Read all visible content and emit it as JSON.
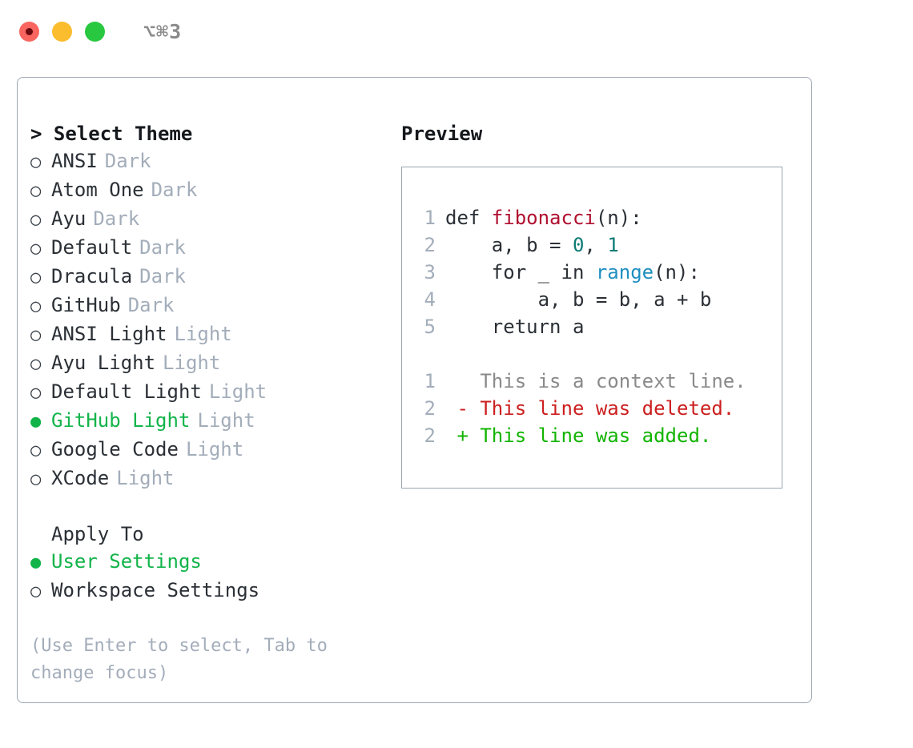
{
  "titlebar": {
    "shortcut": "⌥⌘3",
    "lights": [
      {
        "name": "close",
        "color": "#f9655f"
      },
      {
        "name": "minimize",
        "color": "#fbbd2e"
      },
      {
        "name": "maximize",
        "color": "#28c840"
      }
    ]
  },
  "theme_picker": {
    "heading_marker": ">",
    "heading": "Select Theme",
    "unselected_marker": "○",
    "selected_marker": "●",
    "options": [
      {
        "label": "ANSI",
        "variant": "Dark",
        "selected": false
      },
      {
        "label": "Atom One",
        "variant": "Dark",
        "selected": false
      },
      {
        "label": "Ayu",
        "variant": "Dark",
        "selected": false
      },
      {
        "label": "Default",
        "variant": "Dark",
        "selected": false
      },
      {
        "label": "Dracula",
        "variant": "Dark",
        "selected": false
      },
      {
        "label": "GitHub",
        "variant": "Dark",
        "selected": false
      },
      {
        "label": "ANSI Light",
        "variant": "Light",
        "selected": false
      },
      {
        "label": "Ayu Light",
        "variant": "Light",
        "selected": false
      },
      {
        "label": "Default Light",
        "variant": "Light",
        "selected": false
      },
      {
        "label": "GitHub Light",
        "variant": "Light",
        "selected": true
      },
      {
        "label": "Google Code",
        "variant": "Light",
        "selected": false
      },
      {
        "label": "XCode",
        "variant": "Light",
        "selected": false
      }
    ]
  },
  "apply_to": {
    "heading": "Apply To",
    "options": [
      {
        "label": "User Settings",
        "selected": true
      },
      {
        "label": "Workspace Settings",
        "selected": false
      }
    ]
  },
  "hint": "(Use Enter to select, Tab to change focus)",
  "preview": {
    "title": "Preview",
    "code_lines": [
      {
        "number": "1",
        "segments": [
          {
            "text": "def ",
            "type": "plain"
          },
          {
            "text": "fibonacci",
            "type": "function"
          },
          {
            "text": "(n):",
            "type": "plain"
          }
        ]
      },
      {
        "number": "2",
        "segments": [
          {
            "text": "    a, b = ",
            "type": "plain"
          },
          {
            "text": "0",
            "type": "number"
          },
          {
            "text": ", ",
            "type": "plain"
          },
          {
            "text": "1",
            "type": "number"
          }
        ]
      },
      {
        "number": "3",
        "segments": [
          {
            "text": "    for _ in ",
            "type": "plain"
          },
          {
            "text": "range",
            "type": "builtin"
          },
          {
            "text": "(n):",
            "type": "plain"
          }
        ]
      },
      {
        "number": "4",
        "segments": [
          {
            "text": "        a, b = b, a + b",
            "type": "plain"
          }
        ]
      },
      {
        "number": "5",
        "segments": [
          {
            "text": "    return a",
            "type": "plain"
          }
        ]
      }
    ],
    "diff_lines": [
      {
        "number": "1",
        "sign": " ",
        "text": "This is a context line.",
        "type": "context"
      },
      {
        "number": "2",
        "sign": "-",
        "text": "This line was deleted.",
        "type": "deleted"
      },
      {
        "number": "2",
        "sign": "+",
        "text": "This line was added.",
        "type": "added"
      }
    ]
  },
  "colors": {
    "selected_green": "#12b44a",
    "muted": "#a3adba",
    "border": "#9aa5b1",
    "function_red": "#b01030",
    "number_teal": "#0d7a74",
    "builtin_blue": "#1f8fc0",
    "diff_added": "#12b400",
    "diff_deleted": "#cc1f1f",
    "diff_context": "#8a8a8a"
  }
}
